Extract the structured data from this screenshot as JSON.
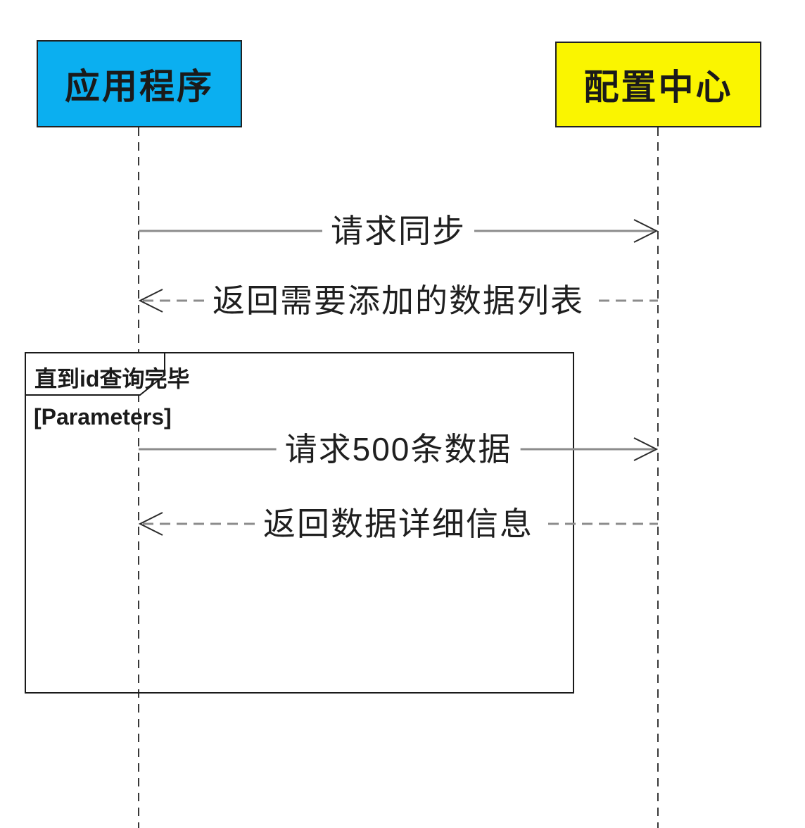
{
  "diagram": {
    "type": "uml-sequence-diagram",
    "actors": [
      {
        "id": "app",
        "label": "应用程序",
        "fill": "#0BAFF0"
      },
      {
        "id": "config",
        "label": "配置中心",
        "fill": "#FAF500"
      }
    ],
    "messages": [
      {
        "label": "请求同步",
        "from": "app",
        "to": "config",
        "line": "solid"
      },
      {
        "label": "返回需要添加的数据列表",
        "from": "config",
        "to": "app",
        "line": "dashed"
      },
      {
        "label": "请求500条数据",
        "from": "app",
        "to": "config",
        "line": "solid"
      },
      {
        "label": "返回数据详细信息",
        "from": "config",
        "to": "app",
        "line": "dashed"
      }
    ],
    "fragment": {
      "operator_label": "直到id查询完毕",
      "guard_label": "[Parameters]"
    },
    "colors": {
      "actor_app_fill": "#0BAFF0",
      "actor_config_fill": "#FAF500",
      "message_line": "#8C8C8C",
      "arrowhead": "#2B2B2B",
      "lifeline": "#383838",
      "frame_border": "#1A1A1A",
      "text": "#1A1A1A",
      "background": "#FFFFFF"
    }
  }
}
